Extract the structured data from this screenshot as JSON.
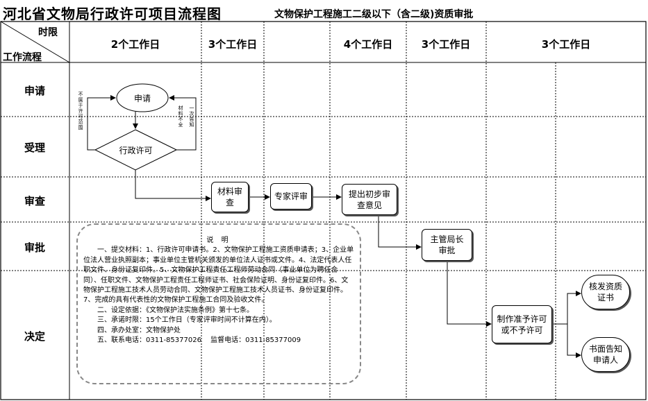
{
  "title": "河北省文物局行政许可项目流程图",
  "subtitle": "文物保护工程施工二级以下（含二级)资质审批",
  "corner": {
    "time": "时限",
    "flow": "工作流程"
  },
  "time_headers": [
    "2个工作日",
    "3个工作日",
    "4个工作日",
    "3个工作日",
    "3个工作日"
  ],
  "rows": [
    "申请",
    "受理",
    "审查",
    "审批",
    "决定"
  ],
  "nodes": {
    "apply": "申请",
    "permit": "行政许可",
    "review_materials": "材料审查",
    "expert_review": "专家评审",
    "initial_opinion": "提出初步审查意见",
    "director_approval": "主管局长审批",
    "decision": "制作准予许可或不予许可",
    "issue_cert": "核发资质证书",
    "notify_applicant": "书面告知申请人"
  },
  "side_notes": {
    "left": "不属于许可范围",
    "right_a": "材料不全",
    "right_b": "一次告知"
  },
  "note": {
    "heading": "说 明",
    "p1": "一、提交材料：1、行政许可申请书。2、文物保护工程施工资质申请表；3、企业单位法人营业执照副本；事业单位主管机关颁发的单位法人证书或文件。4、法定代表人任职文件、身份证复印件。5、文物保护工程责任工程师劳动合同（事业单位为聘任合同）、任职文件、文物保护工程责任工程师证书、社会保险证明、身份证复印件。6、文物保护工程施工技术人员劳动合同、文物保护工程施工技术人员证书、身份证复印件。7、完成的具有代表性的文物保护工程施工合同及验收文件。",
    "p2": "二、设定依据：《文物保护法实施条例》第十七条。",
    "p3": "三、承诺时限：15个工作日（专家评审时间不计算在内）。",
    "p4": "四、承办处室：文物保护处",
    "p5": "五、联系电话：0311-85377026　 监督电话：0311-85377009"
  }
}
